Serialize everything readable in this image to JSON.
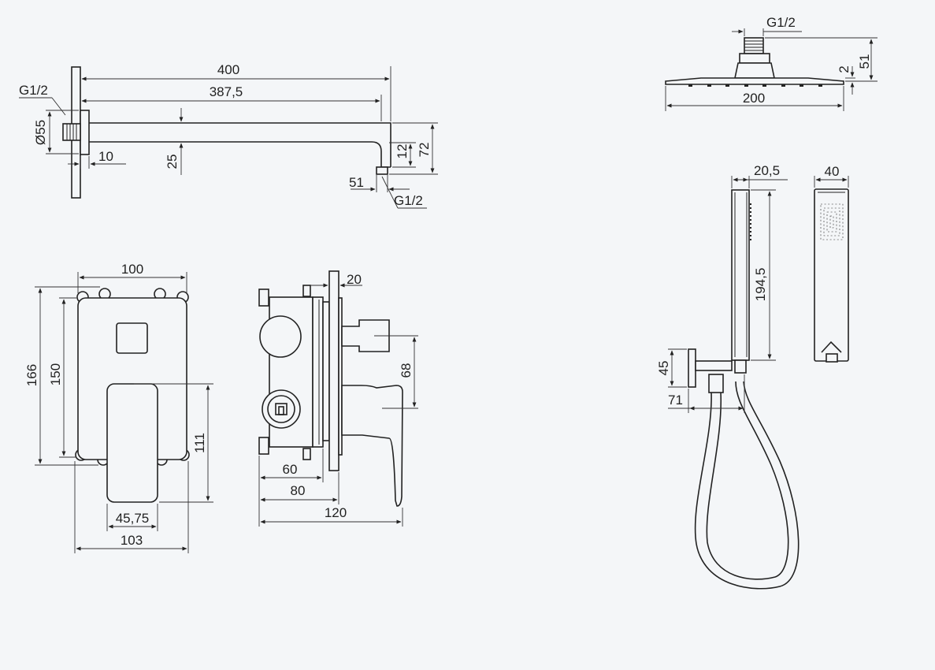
{
  "arm": {
    "total_length": "400",
    "inner_length": "387,5",
    "thread_top": "G1/2",
    "flange_dia": "Ø55",
    "flange_depth": "10",
    "tube_height": "25",
    "drop_inner": "12",
    "drop_total": "72",
    "outlet_offset": "51",
    "thread_bottom": "G1/2"
  },
  "head": {
    "thread": "G1/2",
    "height": "51",
    "thickness": "2",
    "width": "200"
  },
  "plate": {
    "width_top": "100",
    "height_outer": "166",
    "height_inner": "150",
    "lever_height": "111",
    "lever_width": "45,75",
    "width_bottom": "103"
  },
  "valve": {
    "cover_depth": "20",
    "spout_height": "68",
    "depth_60": "60",
    "depth_80": "80",
    "depth_120": "120"
  },
  "hand": {
    "depth": "20,5",
    "width": "40",
    "length": "194,5",
    "bracket_height": "45",
    "bracket_offset": "71"
  }
}
